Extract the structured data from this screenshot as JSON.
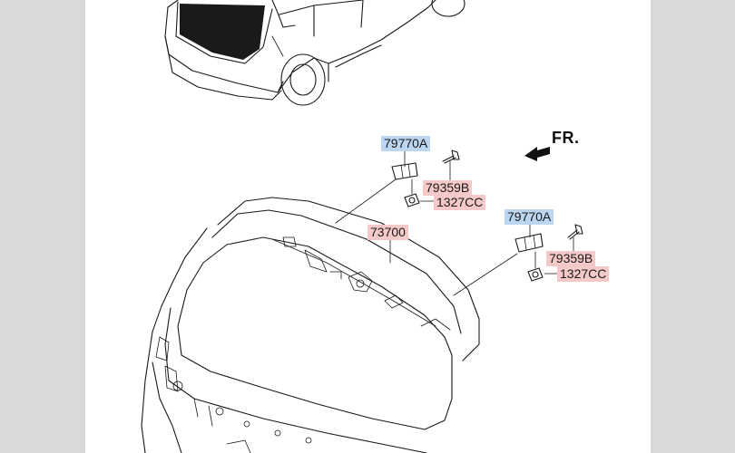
{
  "diagram": {
    "direction_label": "FR.",
    "parts": {
      "upper_bracket": "79770A",
      "upper_bolt": "79359B",
      "upper_nut": "1327CC",
      "tailgate": "73700",
      "lower_bracket": "79770A",
      "lower_bolt": "79359B",
      "lower_nut": "1327CC"
    }
  },
  "colors": {
    "page_background": "#d9d9d9",
    "sheet": "#ffffff",
    "callout_blue": "#bcd6f2",
    "callout_pink": "#f6c9c9"
  }
}
